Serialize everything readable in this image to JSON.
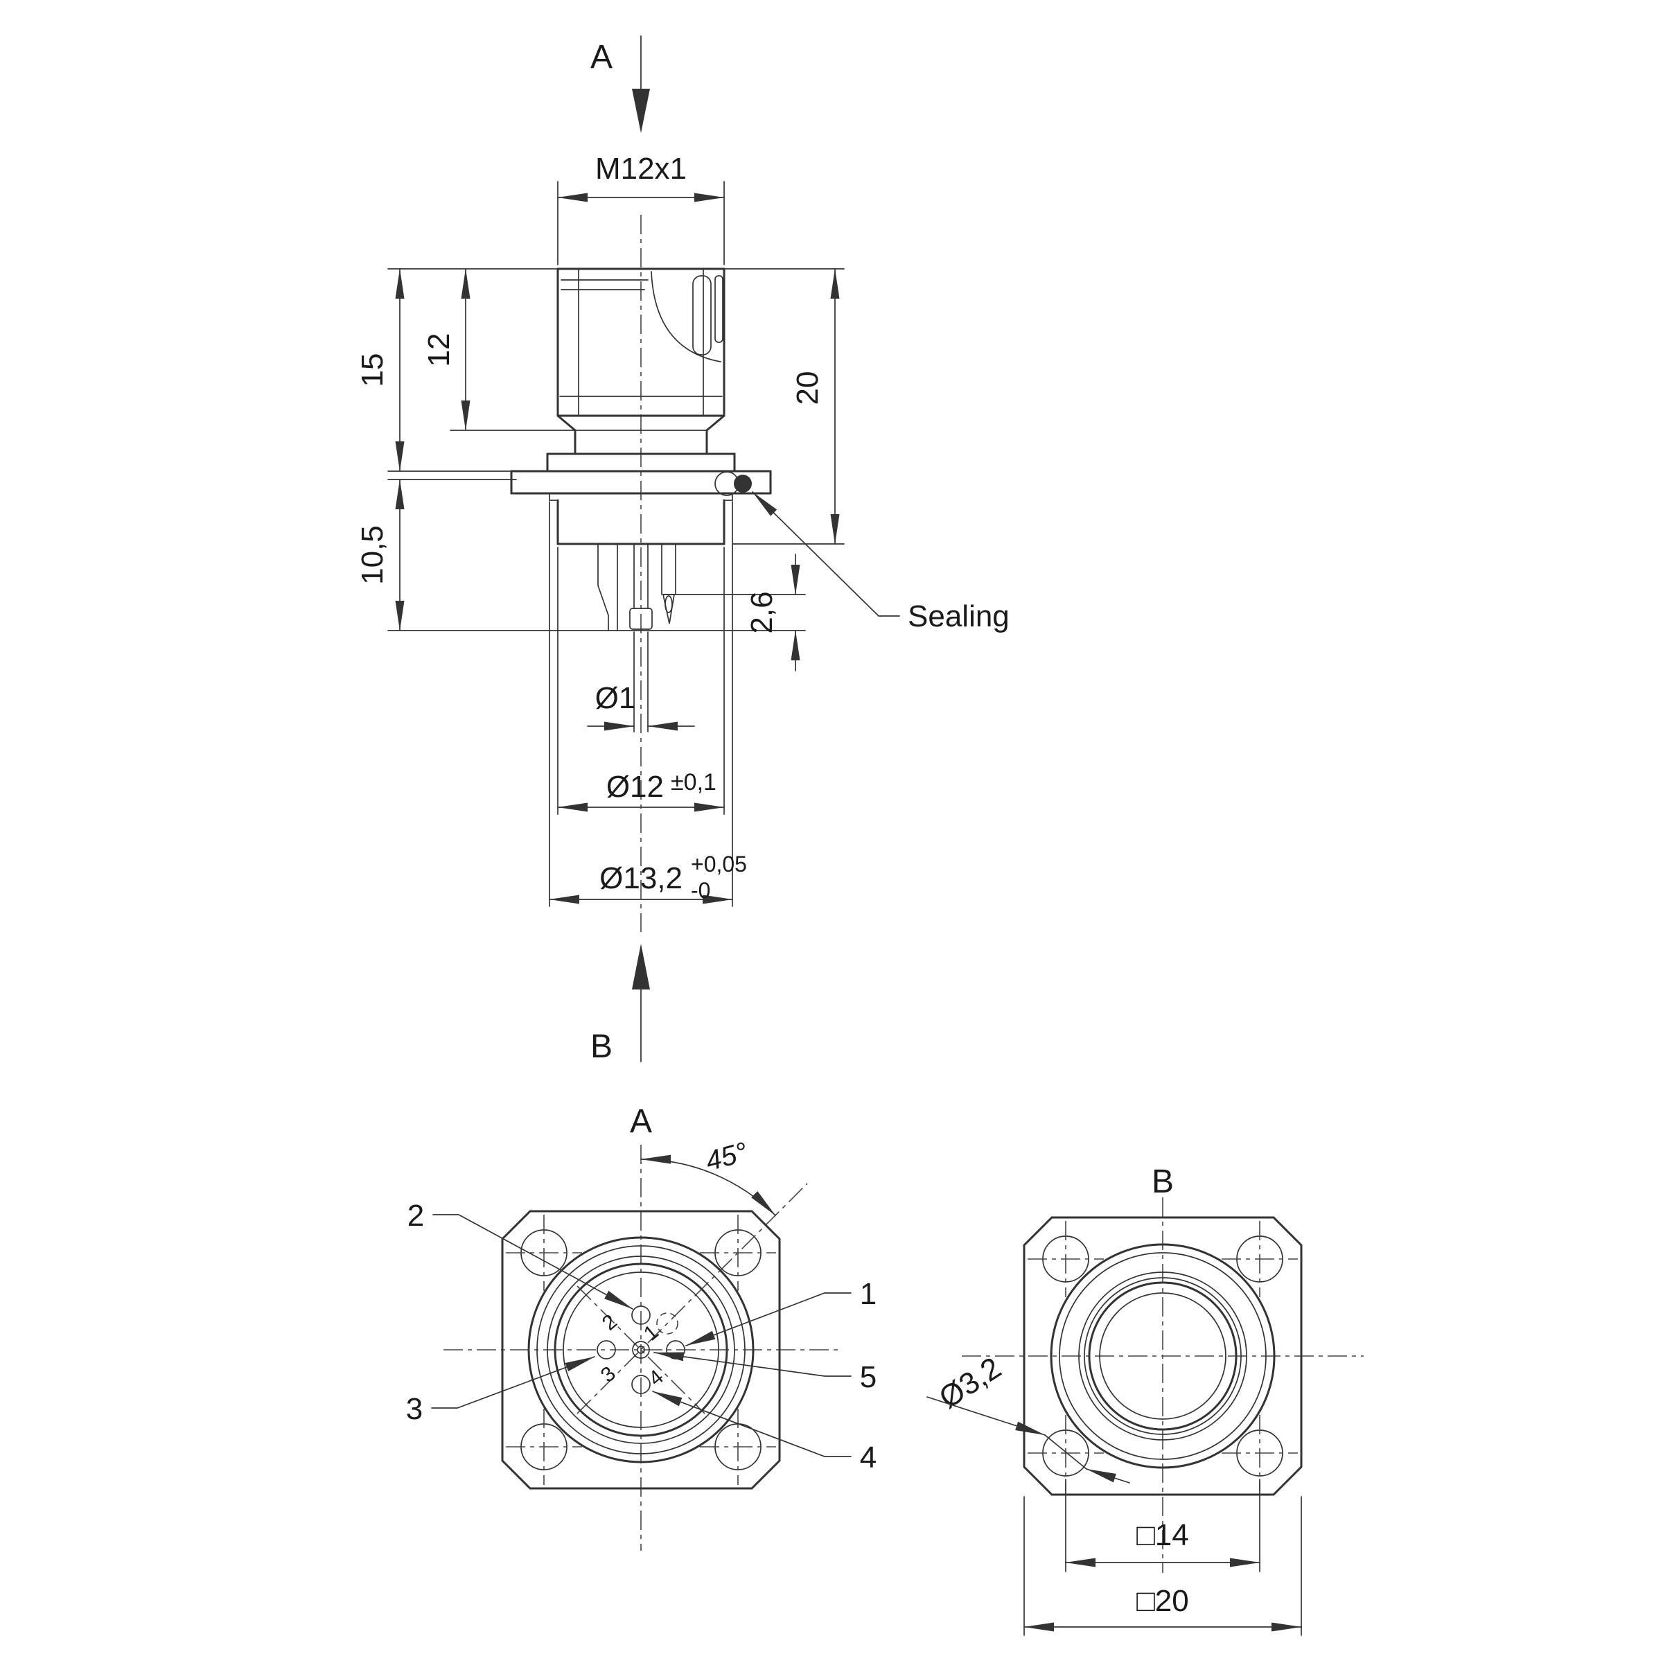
{
  "colors": {
    "line": "#333333",
    "text": "#1a1a1a",
    "background": "#ffffff"
  },
  "side_view": {
    "label_top": "A",
    "label_bottom": "B",
    "thread": "M12x1",
    "dim_height_15": "15",
    "dim_height_12": "12",
    "dim_height_20": "20",
    "dim_height_10_5": "10,5",
    "dim_pin_2_6": "2,6",
    "dim_pin_dia": "Ø1",
    "dim_body_dia": "Ø12",
    "dim_body_dia_tol": "±0,1",
    "dim_mount_dia": "Ø13,2",
    "dim_mount_tol_plus": "+0,05",
    "dim_mount_tol_minus": "-0",
    "sealing_label": "Sealing"
  },
  "view_a": {
    "label": "A",
    "angle_dim": "45°",
    "pin_callouts": {
      "pin1": "1",
      "pin2": "2",
      "pin3": "3",
      "pin4": "4",
      "pin5": "5"
    },
    "face_numbers": {
      "pin1": "1",
      "pin2": "2",
      "pin3": "3",
      "pin4": "4"
    }
  },
  "view_b": {
    "label": "B",
    "hole_dia": "Ø3,2",
    "square_inner": "□14",
    "square_outer": "□20"
  }
}
